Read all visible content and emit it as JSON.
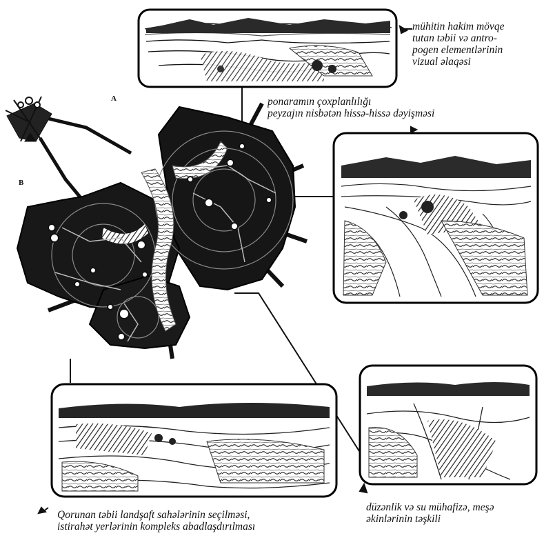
{
  "markers": {
    "a": "A",
    "b": "B"
  },
  "captions": {
    "top_right": [
      "mühitin hakim mövqe",
      "tutan təbii və antro-",
      "pogen elementlərinin",
      "vizual əlaqəsi"
    ],
    "middle": [
      "ponaramın çoxplanlılığı",
      "peyzajın nisbətən hissə-hissə dəyişməsi"
    ],
    "bottom_right": [
      "düzənlik və su mühafizə, meşə",
      "əkinlərinin təşkili"
    ],
    "bottom_left": [
      "Qorunan təbii landşaft sahələrinin seçilməsi,",
      "istirahət yerlərinin kompleks abadlaşdırılması"
    ]
  },
  "colors": {
    "ink": "#111111",
    "paper": "#ffffff"
  }
}
